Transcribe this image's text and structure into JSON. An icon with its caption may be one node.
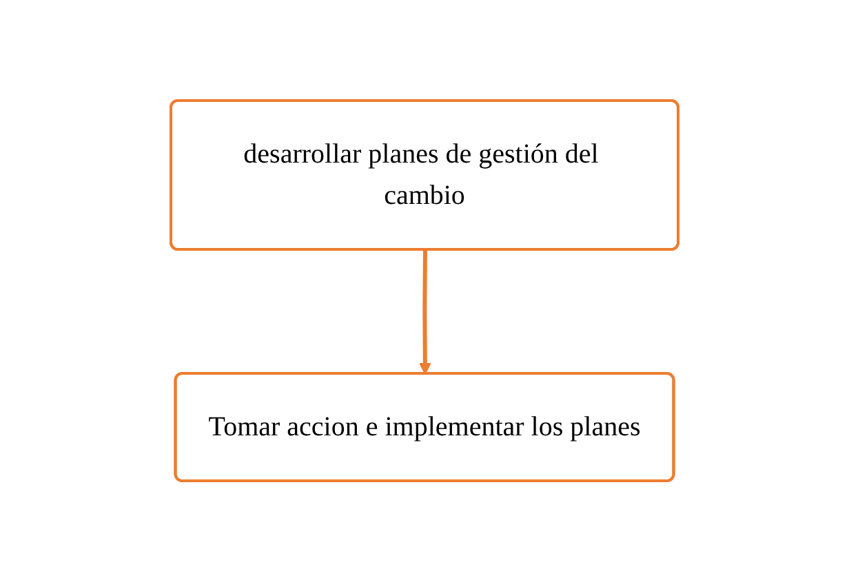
{
  "diagram": {
    "nodes": [
      {
        "text": [
          "desarrollar planes de gestión del cambio"
        ]
      },
      {
        "text": [
          "Tomar accion e implementar los planes"
        ]
      }
    ],
    "edges": [
      {
        "from": 0,
        "to": 1,
        "arrow": "to"
      }
    ]
  }
}
